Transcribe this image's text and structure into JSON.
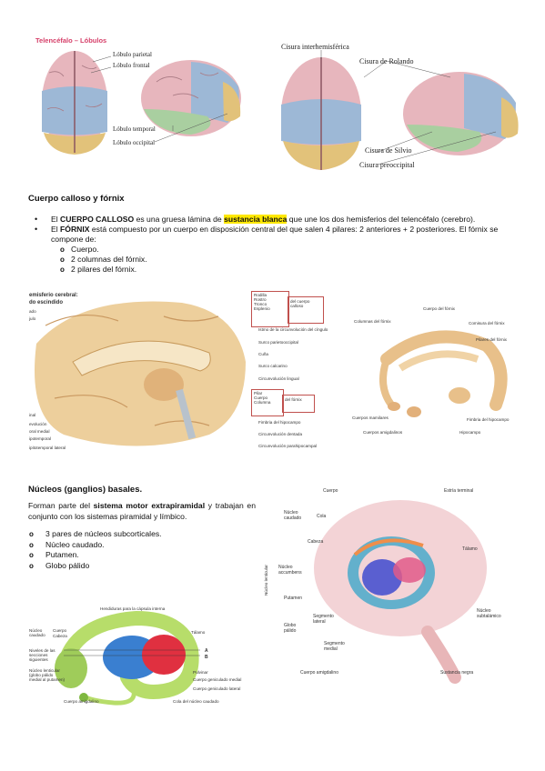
{
  "header": {
    "title": "Telencéfalo – Lóbulos"
  },
  "fig1": {
    "labels": [
      "Lóbulo parietal",
      "Lóbulo frontal",
      "Lóbulo temporal",
      "Lóbulo occipital"
    ],
    "labels_right": [
      "Cisura interhemisférica",
      "Cisura de Rolando",
      "Cisura de Silvio",
      "Cisura preoccipital"
    ]
  },
  "callosum": {
    "title": "Cuerpo calloso y fórnix",
    "b1_pre": "El ",
    "b1_bold": "CUERPO CALLOSO",
    "b1_mid": " es una gruesa lámina de ",
    "b1_hl": "sustancia blanca",
    "b1_post": " que une los dos hemisferios del telencéfalo (cerebro).",
    "b2_pre": "El ",
    "b2_bold": "FÓRNIX",
    "b2_post": " está compuesto por un cuerpo en disposición central del que salen 4 pilares: 2 anteriores + 2 posteriores. El fórnix se compone de:",
    "sub": [
      "Cuerpo.",
      "2 columnas del fórnix.",
      "2 pilares del fórnix."
    ]
  },
  "fig2": {
    "left_labels": [
      "emisferio cerebral:",
      "do escindido",
      "ado",
      "julo",
      "inal",
      "evolución",
      "oral medial",
      "ipotemporal",
      "ipitotemporal lateral"
    ],
    "box1": [
      "Rodilla",
      "Rostro",
      "Tronco",
      "Esplenio"
    ],
    "box1_side": "del cuerpo calloso",
    "box2": [
      "Pilar",
      "Cuerpo",
      "Columna"
    ],
    "box2_side": "del fórnix",
    "right_labels": [
      "Istmo de la circunvolución del cíngulo",
      "Surco parietooccipital",
      "Cuña",
      "Surco calcarino",
      "Circunvolución lingual",
      "Fimbria del hipocampo",
      "Circunvolución dentada",
      "Circunvolución parahipocampal"
    ],
    "fornix_labels": [
      "Cuerpo del fórnix",
      "Columnas del fórnix",
      "Comisura del fórnix",
      "Pilares del fórnix",
      "Cuerpos mamilares",
      "Fimbria del hipocampo",
      "Cuerpos amigdalinos",
      "Hipocampo"
    ]
  },
  "basal": {
    "title": "Núcleos (ganglios) basales.",
    "p_pre": " Forman parte del ",
    "p_bold": "sistema motor extrapiramidal",
    "p_post": " y trabajan en conjunto con los sistemas piramidal y límbico.",
    "items": [
      "3 pares de núcleos subcorticales.",
      "Núcleo caudado.",
      "Putamen.",
      "Globo pálido"
    ]
  },
  "fig3": {
    "labels": [
      "Cuerpo",
      "Cola",
      "Cabeza",
      "Núcleo caudado",
      "Núcleo accumbens",
      "Putamen",
      "Globo pálido",
      "Núcleo lenticular",
      "Segmento lateral",
      "Segmento medial",
      "Cuerpo amigdalino",
      "Estría terminal",
      "Tálamo",
      "Núcleo subtalámico",
      "Sustancia negra"
    ]
  },
  "fig4": {
    "labels": [
      "Hendiduras para la cápsula interna",
      "Núcleo caudado",
      "Cuerpo",
      "Cabeza",
      "Niveles de las secciones siguientes",
      "Núcleo lenticular (globo pálido medial al putamen)",
      "Tálamo",
      "A",
      "B",
      "Pulvinar",
      "Cuerpo geniculado medial",
      "Cuerpo geniculado lateral",
      "Cola del núcleo caudado",
      "Cuerpo amigdalino"
    ]
  }
}
